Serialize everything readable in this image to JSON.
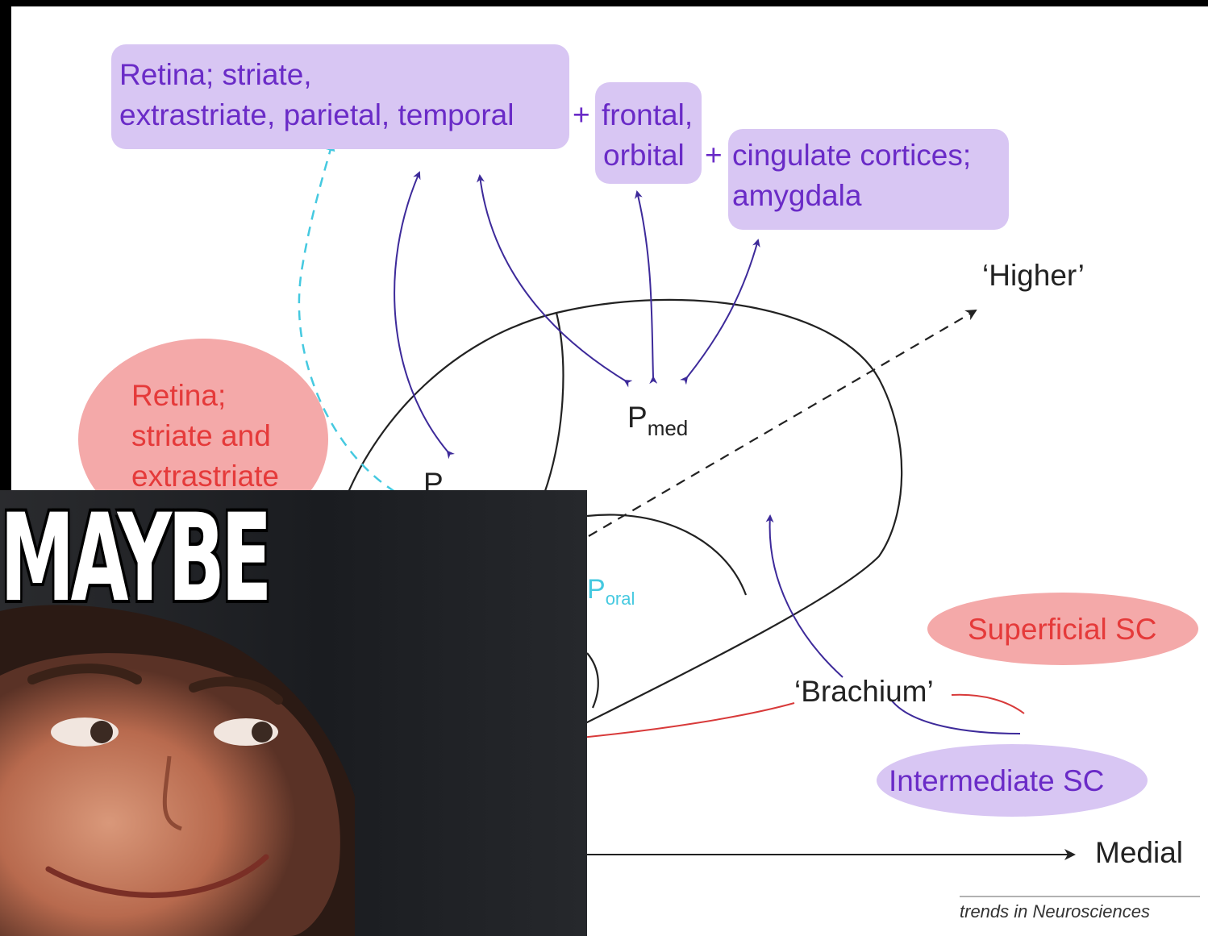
{
  "diagram": {
    "top_box": {
      "line1": "Retina; striate,",
      "line2": "extrastriate, parietal, temporal",
      "plus1": "+",
      "frontal_line1": "frontal,",
      "frontal_line2": "orbital",
      "plus2": "+",
      "cingulate_line1": "cingulate cortices;",
      "cingulate_line2": "amygdala"
    },
    "left_circle": {
      "line1": "Retina;",
      "line2": "striate and",
      "line3": "extrastriate"
    },
    "higher_label": "‘Higher’",
    "p_med": {
      "base": "P",
      "sub": "med"
    },
    "p_lat_partial": "P",
    "p_oral": {
      "base": "P",
      "sub": "oral"
    },
    "superficial_sc": "Superficial SC",
    "brachium": "‘Brachium’",
    "intermediate_sc": "Intermediate SC",
    "medial": "Medial",
    "credit": "trends in Neurosciences",
    "colors": {
      "purple": "#6a2bc7",
      "purple_fill": "#d8c6f3",
      "red": "#e53a3a",
      "red_fill": "#f4a9a9",
      "cyan": "#45c9e0"
    }
  },
  "meme": {
    "caption": "MAYBE"
  }
}
